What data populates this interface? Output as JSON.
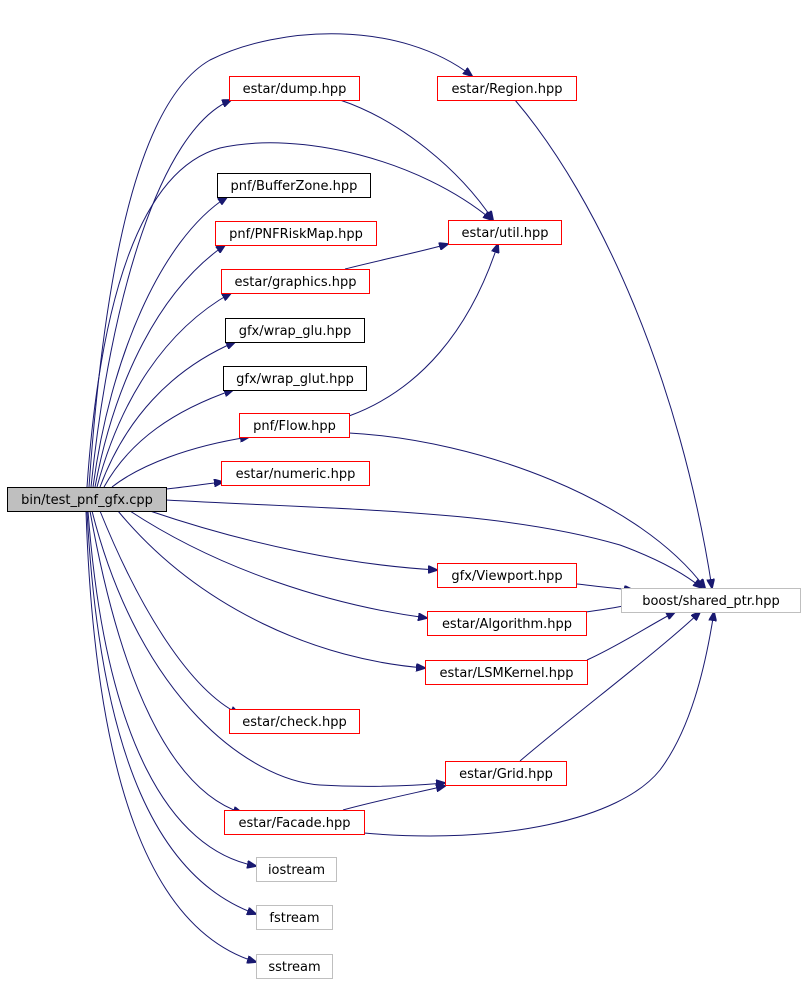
{
  "colors": {
    "edge": "#191970",
    "border_red": "#ff0000",
    "border_black": "#000000",
    "border_gray": "#bfbfbf",
    "root_fill": "#bfbfbf"
  },
  "nodes": [
    {
      "id": "root",
      "label": "bin/test_pnf_gfx.cpp",
      "style": "root"
    },
    {
      "id": "dump",
      "label": "estar/dump.hpp",
      "style": "red"
    },
    {
      "id": "region",
      "label": "estar/Region.hpp",
      "style": "red"
    },
    {
      "id": "bufferzone",
      "label": "pnf/BufferZone.hpp",
      "style": "black"
    },
    {
      "id": "pnfrisk",
      "label": "pnf/PNFRiskMap.hpp",
      "style": "red"
    },
    {
      "id": "util",
      "label": "estar/util.hpp",
      "style": "red"
    },
    {
      "id": "graphics",
      "label": "estar/graphics.hpp",
      "style": "red"
    },
    {
      "id": "glu",
      "label": "gfx/wrap_glu.hpp",
      "style": "black"
    },
    {
      "id": "glut",
      "label": "gfx/wrap_glut.hpp",
      "style": "black"
    },
    {
      "id": "flow",
      "label": "pnf/Flow.hpp",
      "style": "red"
    },
    {
      "id": "numeric",
      "label": "estar/numeric.hpp",
      "style": "red"
    },
    {
      "id": "viewport",
      "label": "gfx/Viewport.hpp",
      "style": "red"
    },
    {
      "id": "shared",
      "label": "boost/shared_ptr.hpp",
      "style": "gray"
    },
    {
      "id": "algorithm",
      "label": "estar/Algorithm.hpp",
      "style": "red"
    },
    {
      "id": "lsm",
      "label": "estar/LSMKernel.hpp",
      "style": "red"
    },
    {
      "id": "check",
      "label": "estar/check.hpp",
      "style": "red"
    },
    {
      "id": "grid",
      "label": "estar/Grid.hpp",
      "style": "red"
    },
    {
      "id": "facade",
      "label": "estar/Facade.hpp",
      "style": "red"
    },
    {
      "id": "iostream",
      "label": "iostream",
      "style": "gray"
    },
    {
      "id": "fstream",
      "label": "fstream",
      "style": "gray"
    },
    {
      "id": "sstream",
      "label": "sstream",
      "style": "gray"
    }
  ],
  "edges": [
    {
      "from": "root",
      "to": "dump"
    },
    {
      "from": "root",
      "to": "region"
    },
    {
      "from": "root",
      "to": "bufferzone"
    },
    {
      "from": "root",
      "to": "pnfrisk"
    },
    {
      "from": "root",
      "to": "util"
    },
    {
      "from": "root",
      "to": "graphics"
    },
    {
      "from": "root",
      "to": "glu"
    },
    {
      "from": "root",
      "to": "glut"
    },
    {
      "from": "root",
      "to": "flow"
    },
    {
      "from": "root",
      "to": "numeric"
    },
    {
      "from": "root",
      "to": "shared"
    },
    {
      "from": "root",
      "to": "viewport"
    },
    {
      "from": "root",
      "to": "algorithm"
    },
    {
      "from": "root",
      "to": "lsm"
    },
    {
      "from": "root",
      "to": "check"
    },
    {
      "from": "root",
      "to": "grid"
    },
    {
      "from": "root",
      "to": "facade"
    },
    {
      "from": "root",
      "to": "iostream"
    },
    {
      "from": "root",
      "to": "fstream"
    },
    {
      "from": "root",
      "to": "sstream"
    },
    {
      "from": "dump",
      "to": "util"
    },
    {
      "from": "region",
      "to": "shared"
    },
    {
      "from": "graphics",
      "to": "util"
    },
    {
      "from": "flow",
      "to": "util"
    },
    {
      "from": "flow",
      "to": "shared"
    },
    {
      "from": "viewport",
      "to": "shared"
    },
    {
      "from": "algorithm",
      "to": "shared"
    },
    {
      "from": "lsm",
      "to": "shared"
    },
    {
      "from": "grid",
      "to": "shared"
    },
    {
      "from": "facade",
      "to": "grid"
    },
    {
      "from": "facade",
      "to": "shared"
    }
  ]
}
